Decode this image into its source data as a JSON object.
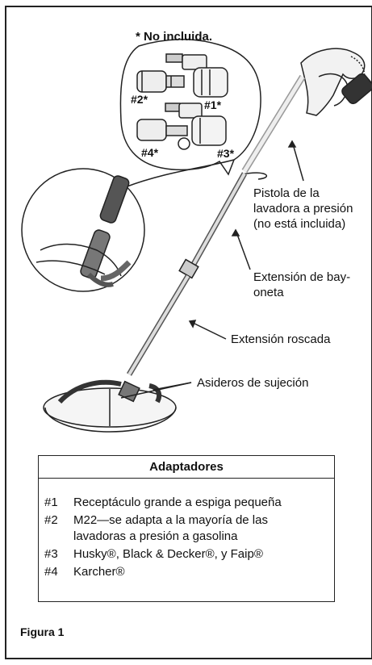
{
  "callouts": {
    "not_included": "* No incluida.",
    "label_1": "#1*",
    "label_2": "#2*",
    "label_3": "#3*",
    "label_4": "#4*",
    "gun_line1": "Pistola de la",
    "gun_line2": "lavadora a presión",
    "gun_line3": "(no está incluida)",
    "bayonet_line1": "Extensión de bay-",
    "bayonet_line2": "oneta",
    "threaded": "Extensión roscada",
    "handles": "Asideros de sujeción"
  },
  "adapters": {
    "title": "Adaptadores",
    "items": [
      {
        "num": "#1",
        "desc": "Receptáculo grande a espiga pequeña"
      },
      {
        "num": "#2",
        "desc": "M22—se adapta a la mayoría de las\nlavadoras a presión a gasolina"
      },
      {
        "num": "#3",
        "desc": "Husky®, Black & Decker®, y Faip®"
      },
      {
        "num": "#4",
        "desc": "Karcher®"
      }
    ]
  },
  "figure": {
    "caption": "Figura 1"
  }
}
